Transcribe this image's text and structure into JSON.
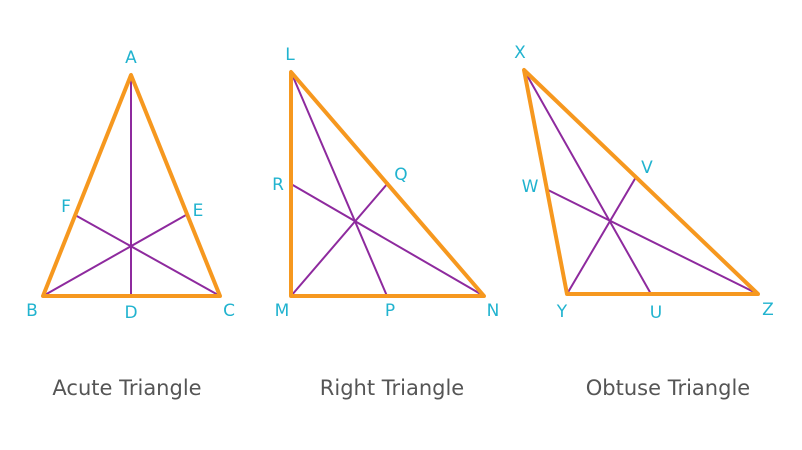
{
  "colors": {
    "triangle": "#f6981f",
    "median": "#8e2a9e",
    "vertex_label": "#21b3cf",
    "caption": "#555555"
  },
  "acute": {
    "caption": "Acute Triangle",
    "labels": {
      "A": "A",
      "B": "B",
      "C": "C",
      "D": "D",
      "E": "E",
      "F": "F"
    }
  },
  "right": {
    "caption": "Right Triangle",
    "labels": {
      "L": "L",
      "M": "M",
      "N": "N",
      "P": "P",
      "Q": "Q",
      "R": "R"
    }
  },
  "obtuse": {
    "caption": "Obtuse Triangle",
    "labels": {
      "X": "X",
      "Y": "Y",
      "Z": "Z",
      "U": "U",
      "V": "V",
      "W": "W"
    }
  }
}
